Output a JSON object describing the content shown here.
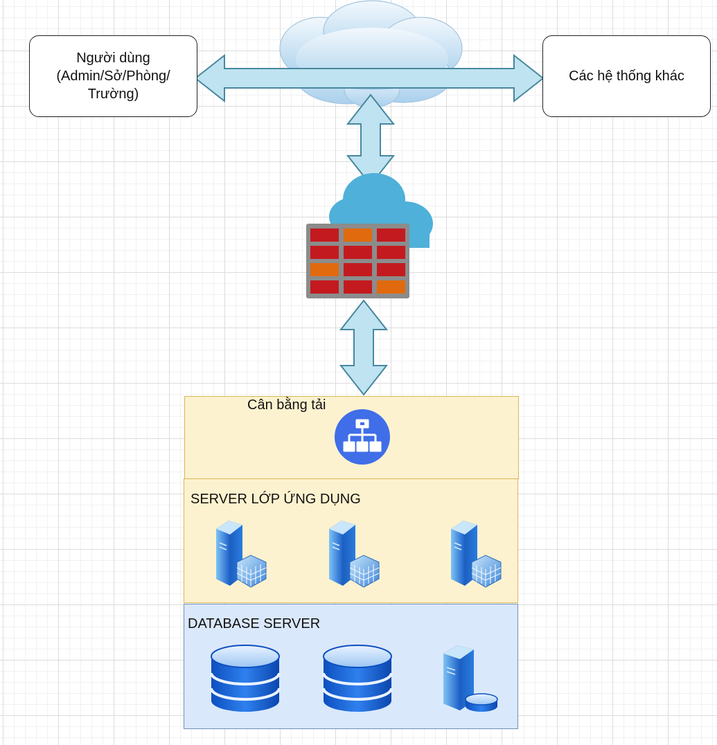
{
  "nodes": {
    "users": {
      "lines": [
        "Người dùng",
        "(Admin/Sở/Phòng/",
        "Trường)"
      ]
    },
    "other_systems": {
      "label": "Các hệ thống khác"
    }
  },
  "layers": {
    "load_balancer": {
      "label": "Cân bằng tải",
      "icon": "load-balancer-icon"
    },
    "app_servers": {
      "label": "SERVER  LỚP ỨNG DỤNG",
      "icon": "application-server-icon",
      "count": 3
    },
    "db_servers": {
      "label": "DATABASE SERVER",
      "icons": [
        "database-icon",
        "database-icon",
        "database-server-icon"
      ]
    }
  },
  "icons": {
    "internet": "cloud-icon",
    "firewall": "firewall-icon"
  },
  "colors": {
    "arrow_fill": "#bfe3f0",
    "arrow_stroke": "#47879f",
    "cloud_top": "#e6f1fb",
    "cloud_bottom": "#a9d0ec",
    "firewall_cloud": "#4fb0d9",
    "brick_red": "#c31a1f",
    "brick_orange": "#e16a0e",
    "wall_gray": "#8c8c8c",
    "lb_circle": "#3f6ee8",
    "app_panel": "#fdf2cf",
    "app_panel_border": "#d7b656",
    "db_panel": "#dae8fb",
    "db_panel_border": "#6f8fb8",
    "db_cylinder": "#1361d8"
  }
}
